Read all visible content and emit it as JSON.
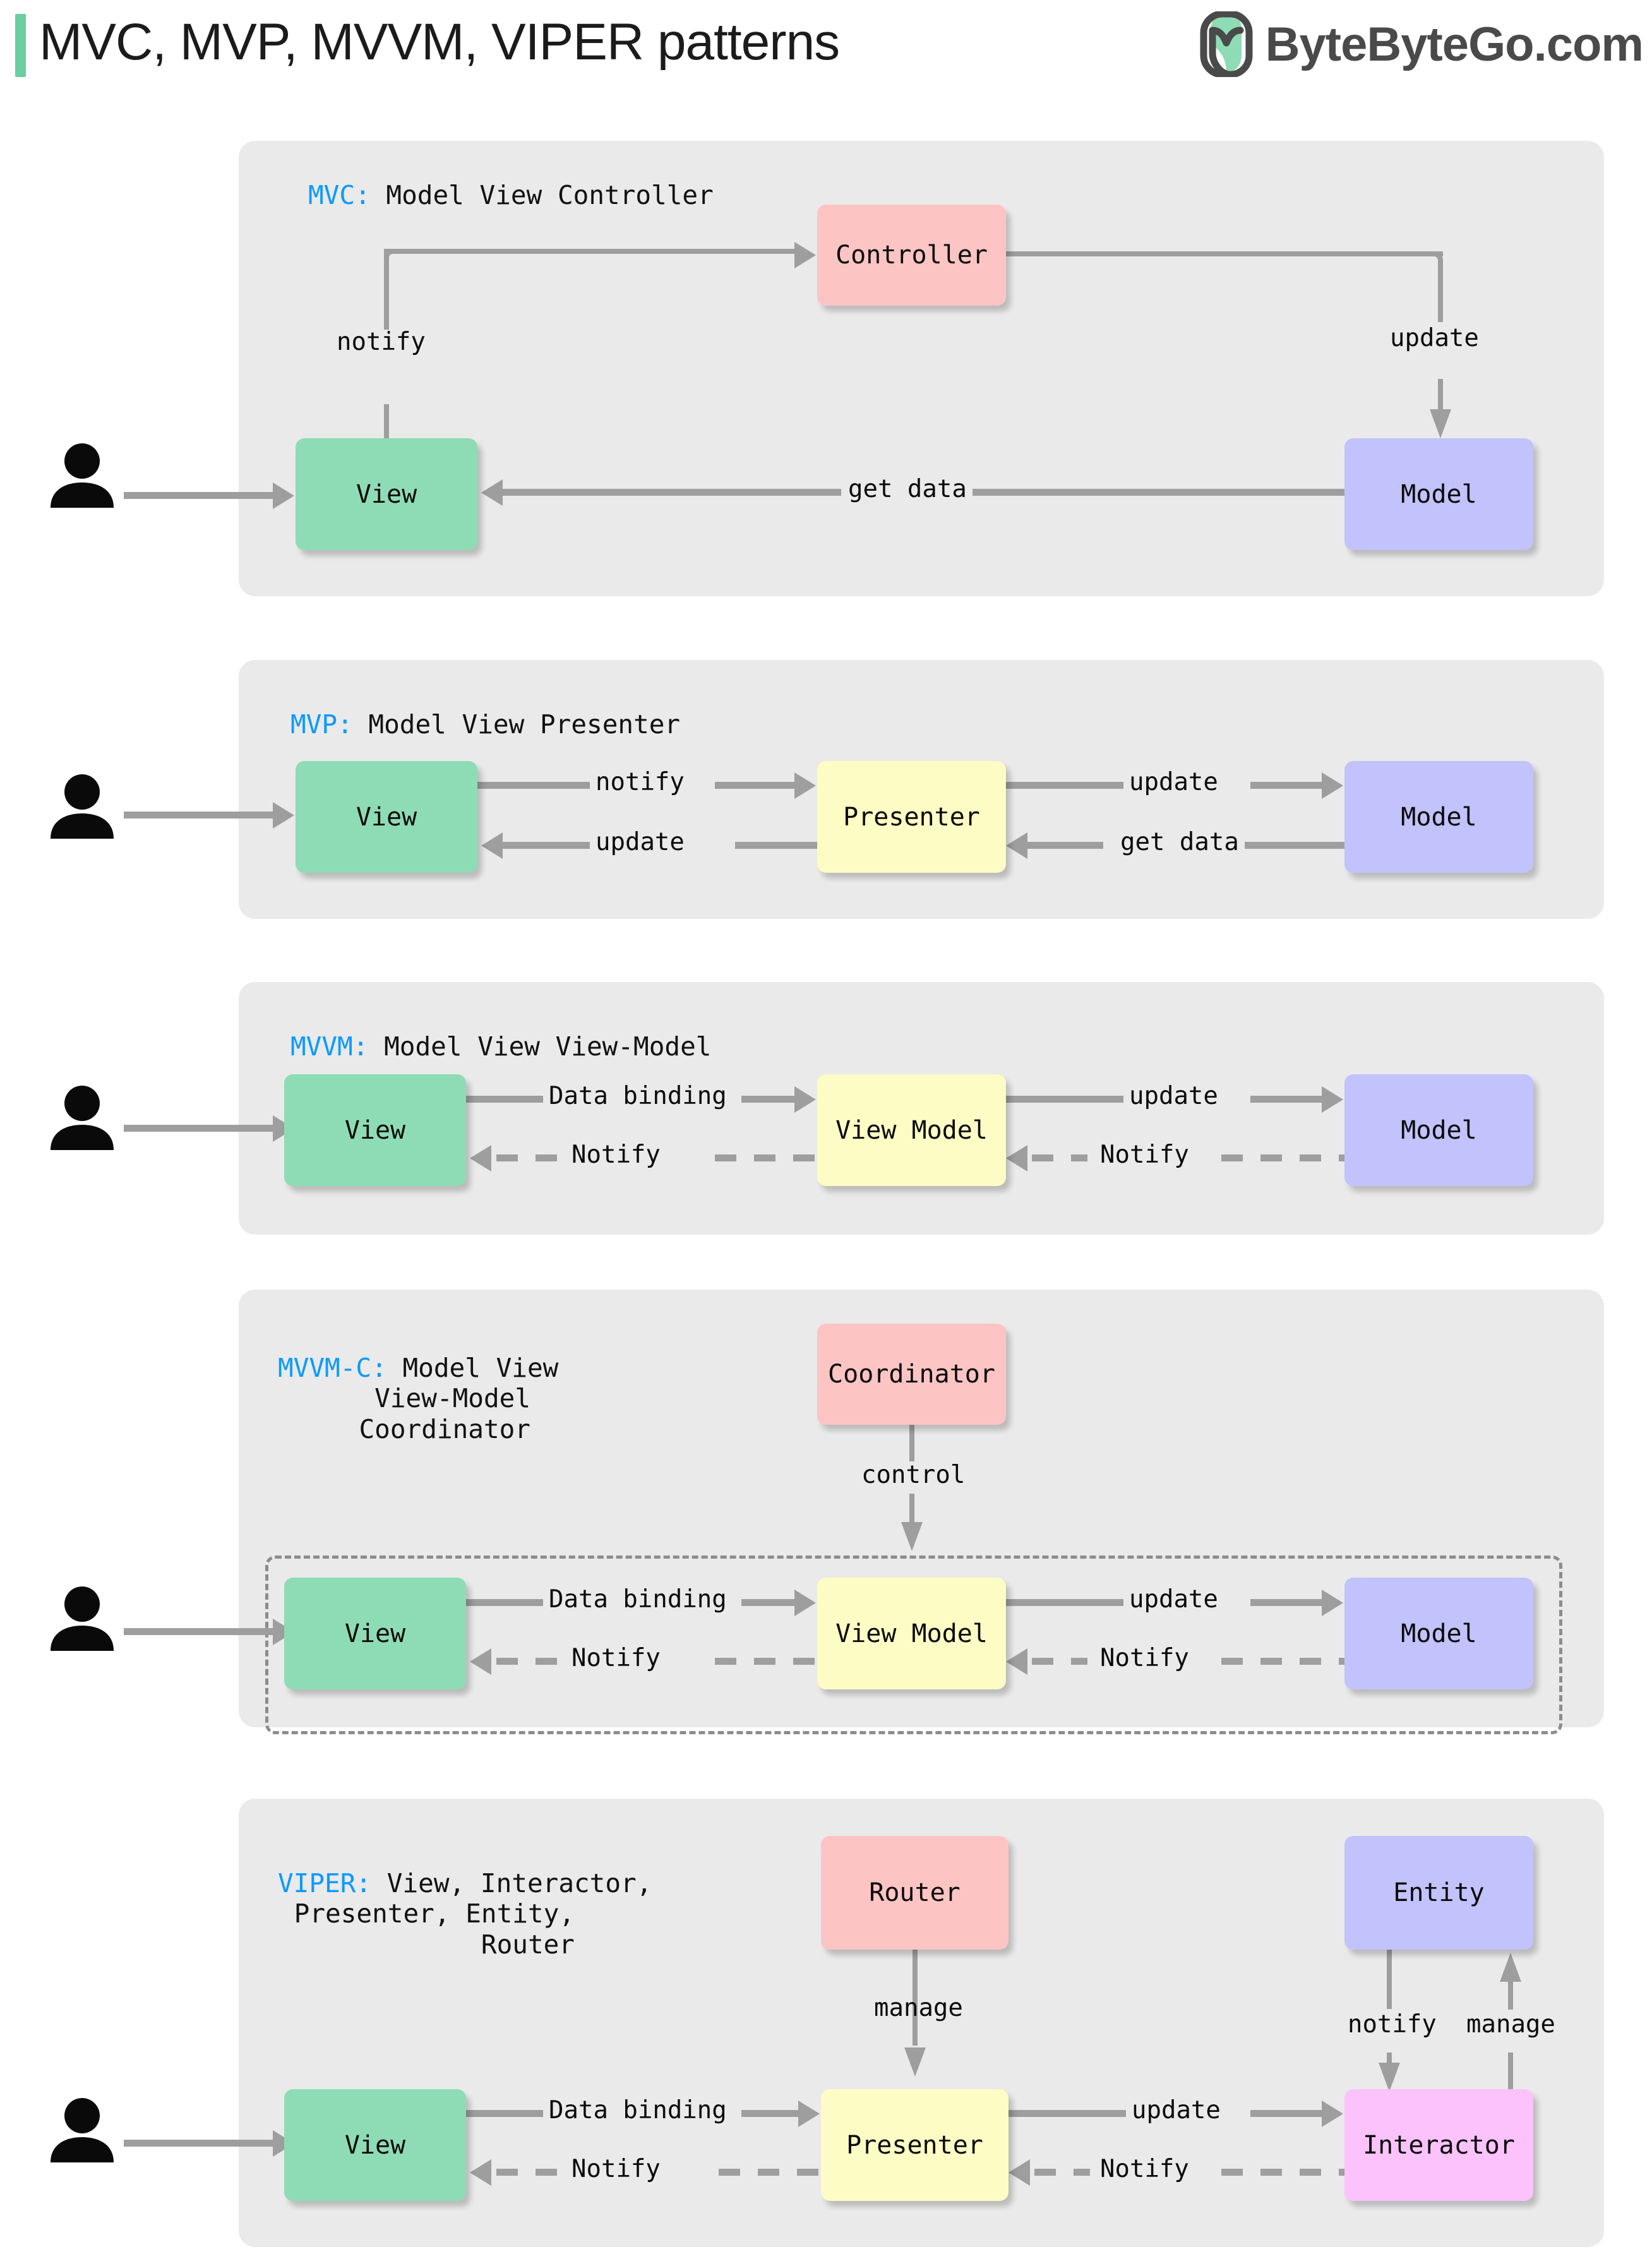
{
  "header": {
    "title": "MVC, MVP, MVVM, VIPER patterns",
    "brand": "ByteByteGo.com",
    "accent_color": "#6BCFA0",
    "brand_mark_icon": "bytebytego-logo-icon"
  },
  "colors": {
    "panel": "#EAEAEA",
    "view": "#8EDCB5",
    "model": "#C2C2FC",
    "controller": "#FDC4C4",
    "presenter": "#FCFCC4",
    "interactor": "#FCC2FC",
    "keyword": "#0D99FF",
    "connector": "#9E9E9E"
  },
  "sections": [
    {
      "id": "mvc",
      "keyword": "MVC:",
      "title": " Model View Controller",
      "nodes": {
        "view": "View",
        "model": "Model",
        "controller": "Controller"
      },
      "edges": {
        "notify": "notify",
        "update": "update",
        "get_data": "get data"
      }
    },
    {
      "id": "mvp",
      "keyword": "MVP:",
      "title": " Model View Presenter",
      "nodes": {
        "view": "View",
        "presenter": "Presenter",
        "model": "Model"
      },
      "edges": {
        "notify": "notify",
        "update_right": "update",
        "update_left": "update",
        "get_data": "get data"
      }
    },
    {
      "id": "mvvm",
      "keyword": "MVVM:",
      "title": " Model View View-Model",
      "nodes": {
        "view": "View",
        "view_model": "View Model",
        "model": "Model"
      },
      "edges": {
        "data_binding": "Data binding",
        "update": "update",
        "notify_left": "Notify",
        "notify_right": "Notify"
      }
    },
    {
      "id": "mvvmc",
      "keyword": "MVVM-C:",
      "title_lines": [
        " Model View",
        "View-Model",
        "Coordinator"
      ],
      "nodes": {
        "coordinator": "Coordinator",
        "view": "View",
        "view_model": "View Model",
        "model": "Model"
      },
      "edges": {
        "control": "control",
        "data_binding": "Data binding",
        "update": "update",
        "notify_left": "Notify",
        "notify_right": "Notify"
      }
    },
    {
      "id": "viper",
      "keyword": "VIPER:",
      "title_lines": [
        " View, Interactor,",
        "Presenter, Entity,",
        "Router"
      ],
      "nodes": {
        "router": "Router",
        "entity": "Entity",
        "view": "View",
        "presenter": "Presenter",
        "interactor": "Interactor"
      },
      "edges": {
        "manage_router": "manage",
        "notify_entity": "notify",
        "manage_entity": "manage",
        "data_binding": "Data binding",
        "update": "update",
        "notify_left": "Notify",
        "notify_right": "Notify"
      }
    }
  ],
  "user_icon": "user-person-icon"
}
